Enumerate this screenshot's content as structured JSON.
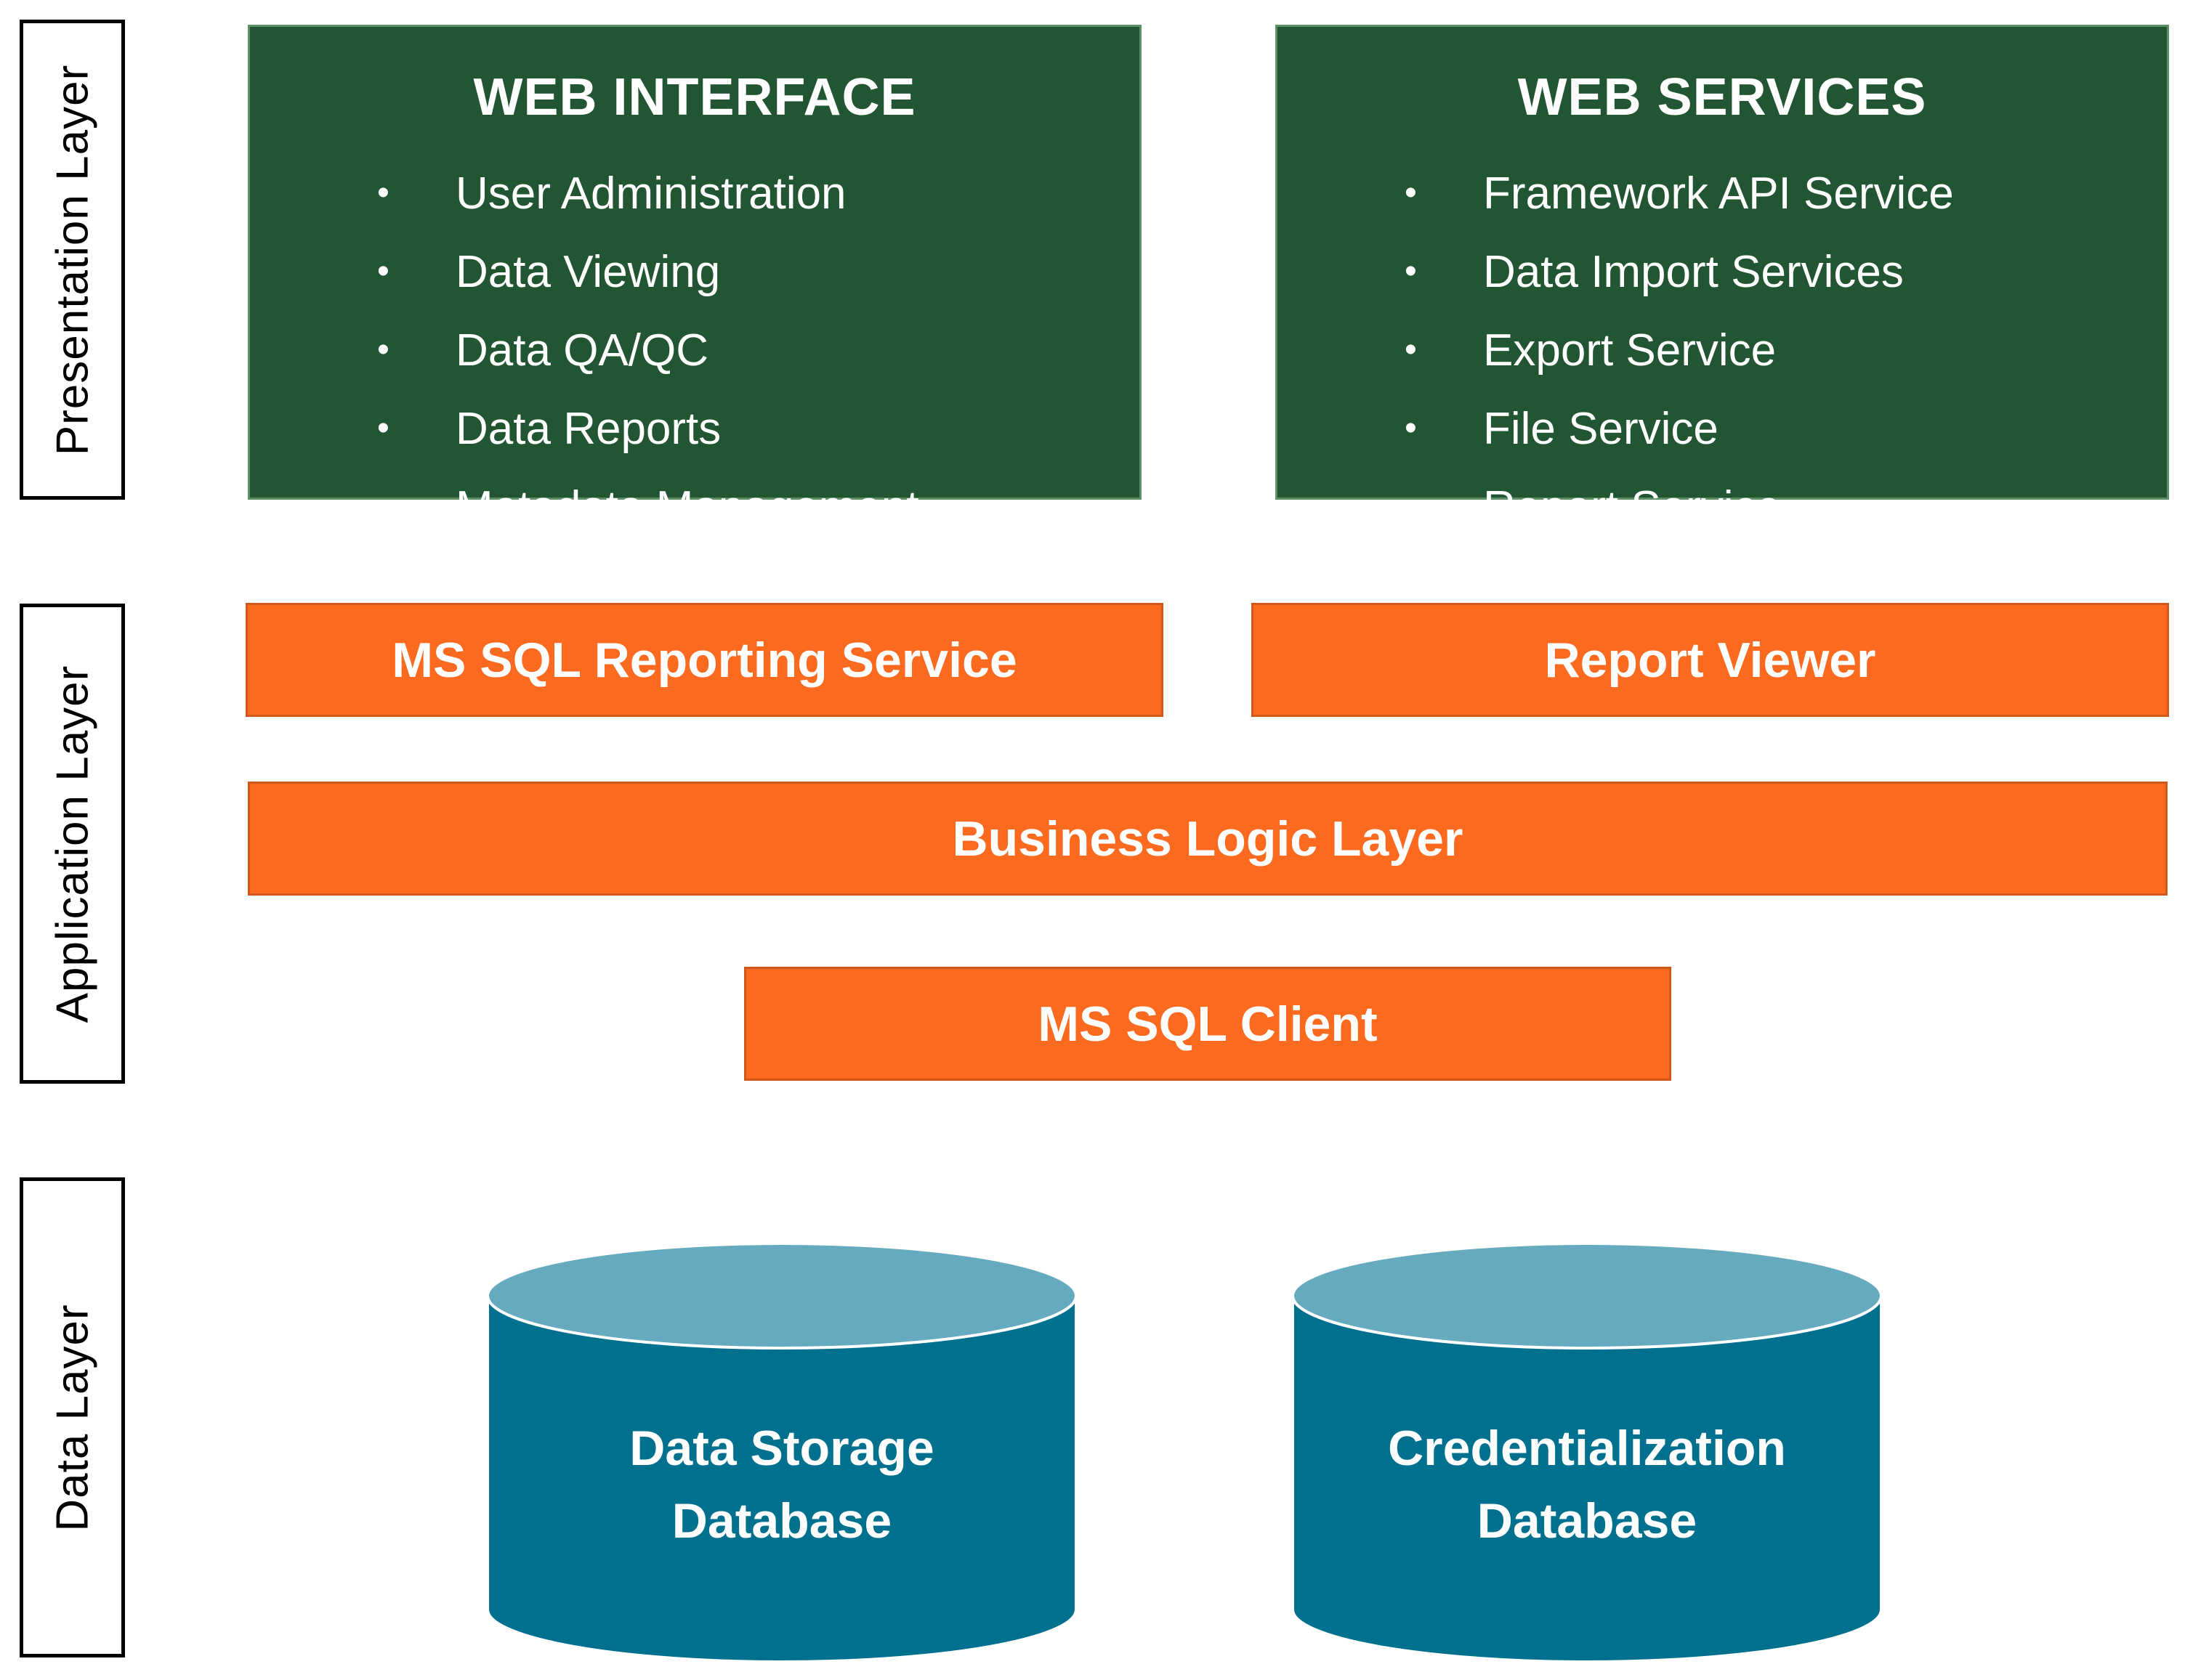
{
  "layers": {
    "presentation": "Presentation Layer",
    "application": "Application Layer",
    "data": "Data Layer"
  },
  "web_interface": {
    "title": "WEB INTERFACE",
    "items": [
      "User Administration",
      "Data Viewing",
      "Data QA/QC",
      "Data Reports",
      "Metadata Management"
    ]
  },
  "web_services": {
    "title": "WEB SERVICES",
    "items": [
      "Framework API Service",
      "Data Import Services",
      "Export Service",
      "File Service",
      "Report Service"
    ]
  },
  "application": {
    "reporting_service": "MS SQL Reporting Service",
    "report_viewer": "Report Viewer",
    "business_logic": "Business Logic Layer",
    "sql_client": "MS SQL Client"
  },
  "databases": {
    "storage": {
      "line1": "Data Storage",
      "line2": "Database"
    },
    "credential": {
      "line1": "Credentialization",
      "line2": "Database"
    }
  },
  "colors": {
    "presentation_green": "#225532",
    "application_orange": "#fb6a1f",
    "database_body": "#00708f",
    "database_top": "#66aac0"
  }
}
